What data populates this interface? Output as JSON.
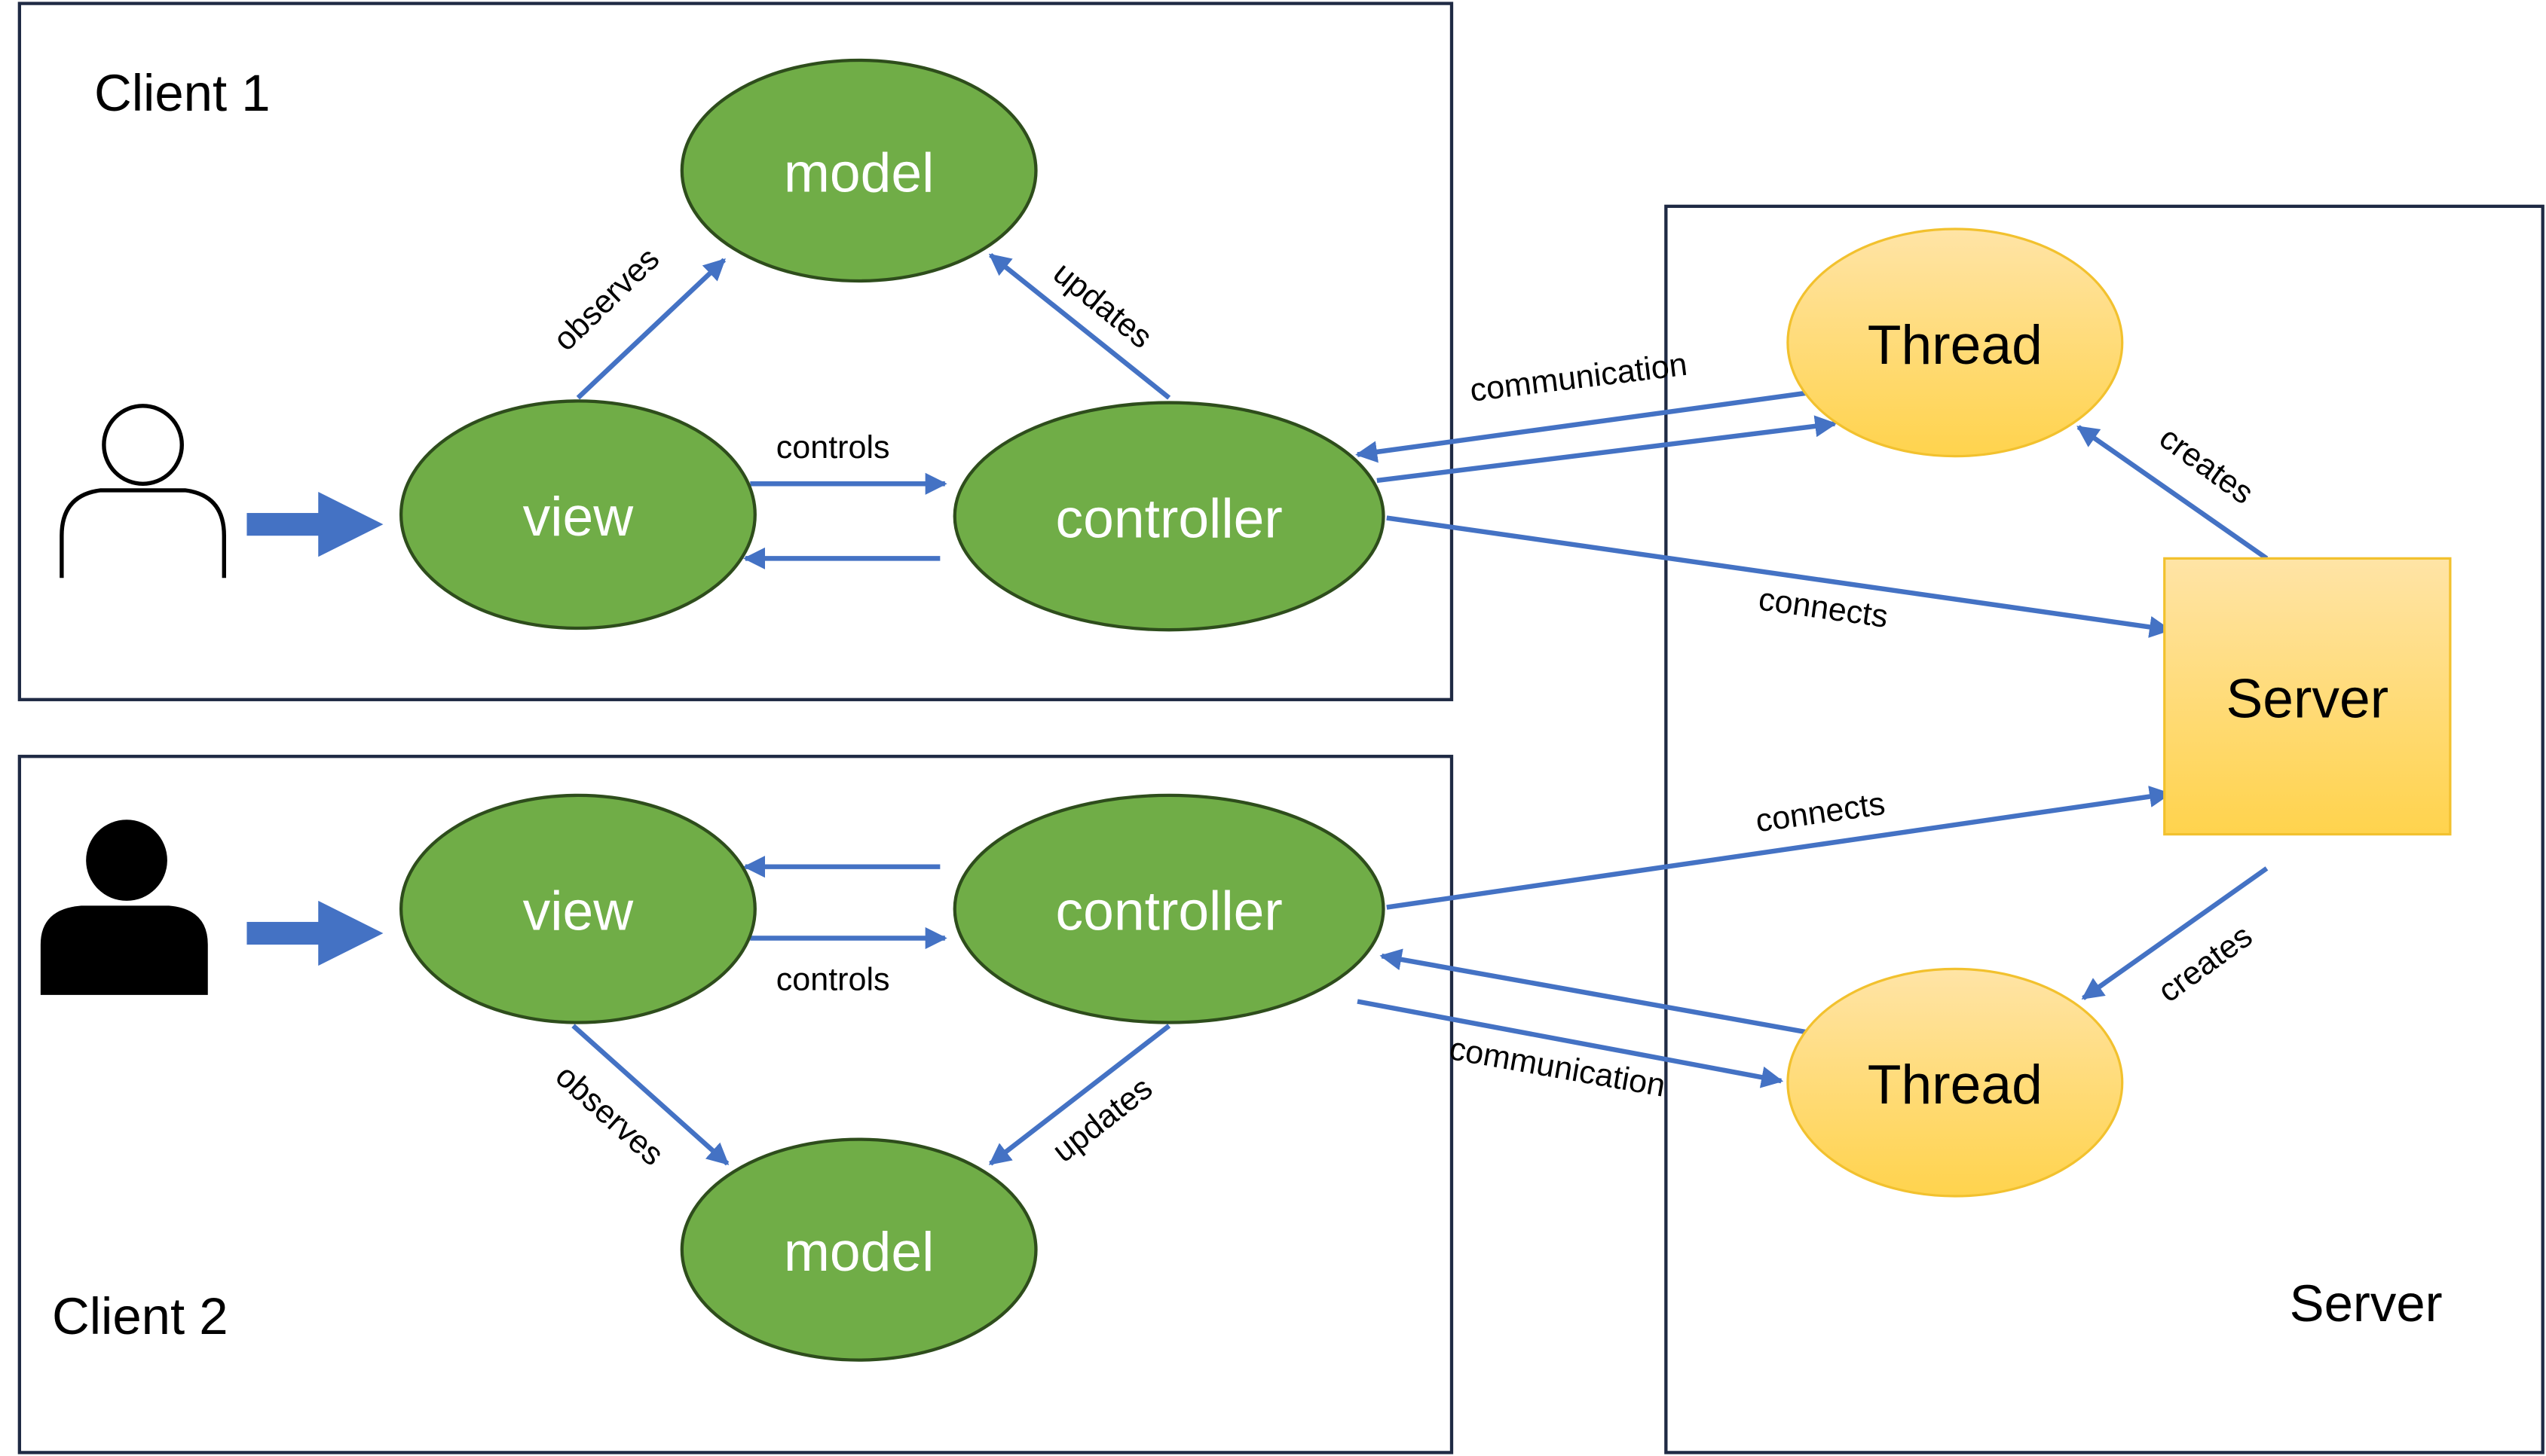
{
  "containers": {
    "client1": "Client 1",
    "client2": "Client 2",
    "server": "Server"
  },
  "nodes": {
    "c1_model": "model",
    "c1_view": "view",
    "c1_controller": "controller",
    "c2_model": "model",
    "c2_view": "view",
    "c2_controller": "controller",
    "thread_top": "Thread",
    "thread_bottom": "Thread",
    "server_box": "Server"
  },
  "edges": {
    "c1_observes": "observes",
    "c1_updates": "updates",
    "c1_controls": "controls",
    "c2_observes": "observes",
    "c2_updates": "updates",
    "c2_controls": "controls",
    "comm_top": "communication",
    "comm_bottom": "communication",
    "connects_top": "connects",
    "connects_bottom": "connects",
    "creates_top": "creates",
    "creates_bottom": "creates"
  },
  "icons": {
    "user1": "user-outline-icon",
    "user2": "user-filled-icon"
  },
  "colors": {
    "mvc_fill": "#70ad47",
    "mvc_stroke": "#2e4d1c",
    "server_fill": "#ffd966",
    "server_stroke": "#f2c12e",
    "arrow": "#4472c4",
    "frame": "#1f2a44"
  }
}
